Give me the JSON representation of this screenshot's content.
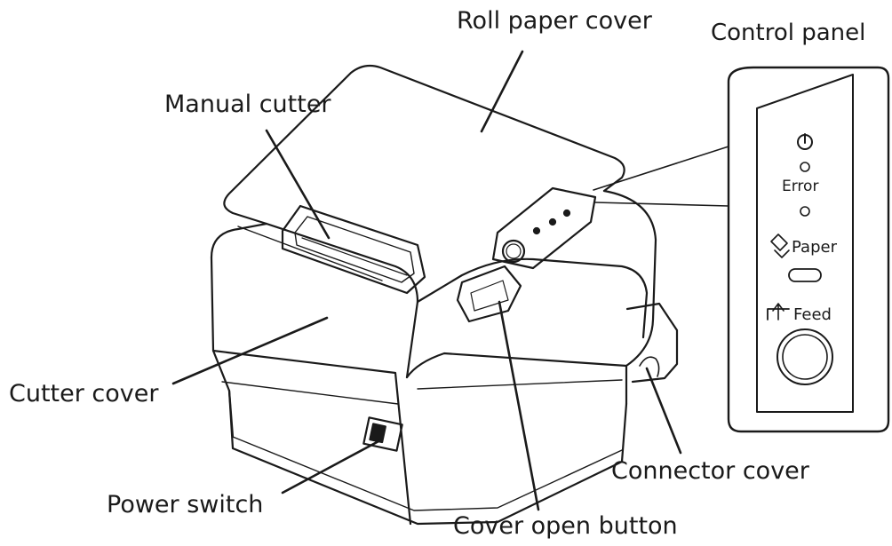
{
  "labels": {
    "roll_paper_cover": "Roll paper cover",
    "control_panel": "Control panel",
    "manual_cutter": "Manual cutter",
    "cutter_cover": "Cutter cover",
    "power_switch": "Power switch",
    "connector_cover": "Connector cover",
    "cover_open_button": "Cover open button"
  },
  "panel": {
    "error": "Error",
    "paper": "Paper",
    "feed": "Feed"
  },
  "icons": [
    "power-icon",
    "paper-icon",
    "feed-icon"
  ],
  "colors": {
    "line": "#1a1a1a",
    "fill": "#ffffff"
  }
}
